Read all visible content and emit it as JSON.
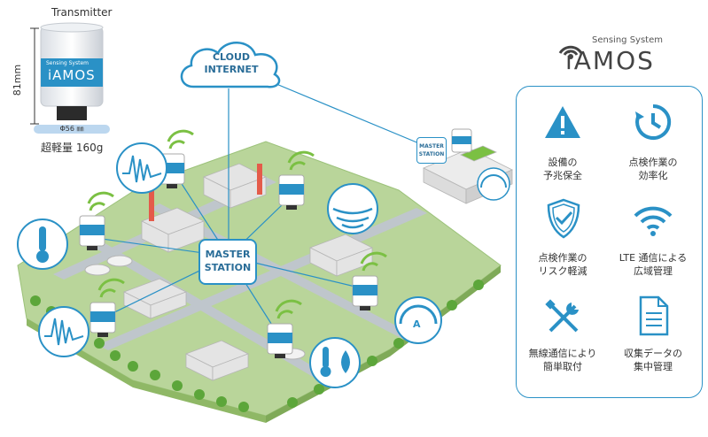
{
  "product": {
    "title": "Transmitter",
    "height_label": "81mm",
    "diameter_label": "Φ56 ㎜",
    "weight_label": "超軽量 160g",
    "can_subtitle": "Sensing System",
    "can_logo": "iAMOS"
  },
  "network": {
    "cloud_line1": "CLOUD",
    "cloud_line2": "INTERNET",
    "master_line1": "MASTER",
    "master_line2": "STATION",
    "remote_master_line1": "MASTER",
    "remote_master_line2": "STATION"
  },
  "logo": {
    "subtitle": "Sensing System",
    "name": "iAMOS"
  },
  "features": [
    {
      "line1": "設備の",
      "line2": "予兆保全",
      "icon": "warning-icon"
    },
    {
      "line1": "点検作業の",
      "line2": "効率化",
      "icon": "clock-icon"
    },
    {
      "line1": "点検作業の",
      "line2": "リスク軽減",
      "icon": "shield-check-icon"
    },
    {
      "line1": "LTE 通信による",
      "line2": "広域管理",
      "icon": "wifi-icon"
    },
    {
      "line1": "無線通信により",
      "line2": "簡単取付",
      "icon": "tools-icon"
    },
    {
      "line1": "収集データの",
      "line2": "集中管理",
      "icon": "document-icon"
    }
  ],
  "colors": {
    "accent": "#2a91c6",
    "green_signal": "#7bc043",
    "ground": "#b9d59a",
    "road": "#bfc6cc"
  }
}
